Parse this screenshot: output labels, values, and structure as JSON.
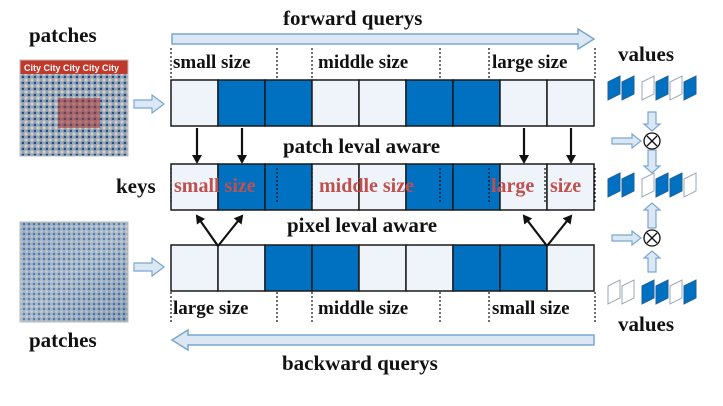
{
  "labels": {
    "patches_top": "patches",
    "patches_bottom": "patches",
    "forward": "forward querys",
    "backward": "backward querys",
    "values_top": "values",
    "values_bottom": "values",
    "keys": "keys",
    "patch_aware": "patch leval aware",
    "pixel_aware": "pixel leval aware"
  },
  "top_row": {
    "sizes": [
      "small size",
      "middle size",
      "large size"
    ],
    "cells": [
      0,
      1,
      1,
      0,
      0,
      1,
      1,
      0,
      0
    ]
  },
  "key_row": {
    "sizes": [
      "small size",
      "middle size",
      "large",
      "size"
    ],
    "cells": [
      0,
      1,
      1,
      0,
      0,
      1,
      1,
      0,
      0
    ]
  },
  "bottom_row": {
    "sizes": [
      "large size",
      "middle size",
      "small size"
    ],
    "cells": [
      0,
      0,
      1,
      1,
      0,
      0,
      1,
      1,
      0
    ]
  },
  "photo_banner": "City",
  "colors": {
    "filled": "#0070c0",
    "empty": "#eef4fa",
    "border": "#1a1a1a",
    "arrow_fill": "#dbe8f4",
    "arrow_stroke": "#7aa7d0",
    "red_text": "#c0504d"
  }
}
